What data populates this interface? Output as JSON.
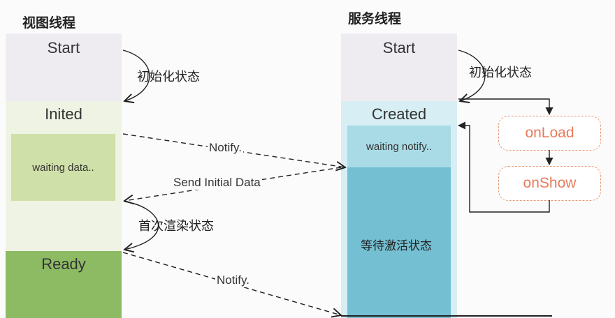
{
  "view_thread": {
    "title": "视图线程",
    "start": "Start",
    "inited": "Inited",
    "waiting_data": "waiting data..",
    "ready": "Ready"
  },
  "service_thread": {
    "title": "服务线程",
    "start": "Start",
    "created": "Created",
    "waiting_notify": "waiting notify..",
    "awaiting_activation": "等待激活状态"
  },
  "lifecycle": {
    "on_load": "onLoad",
    "on_show": "onShow"
  },
  "transitions": {
    "view_init_state": "初始化状态",
    "service_init_state": "初始化状态",
    "notify_1": "Notify.",
    "send_initial_data": "Send Initial Data",
    "first_render_state": "首次渲染状态",
    "notify_2": "Notify."
  },
  "colors": {
    "start_block": "#eeecf1",
    "inited_block": "#eef3e3",
    "waiting_data_block": "#cfe0a8",
    "ready_block": "#8dbb64",
    "created_block": "#d6eef4",
    "waiting_notify_block": "#a9dbe6",
    "awaiting_block": "#74bfd2",
    "pill_border": "#e89a73",
    "pill_text": "#e87a5a"
  }
}
